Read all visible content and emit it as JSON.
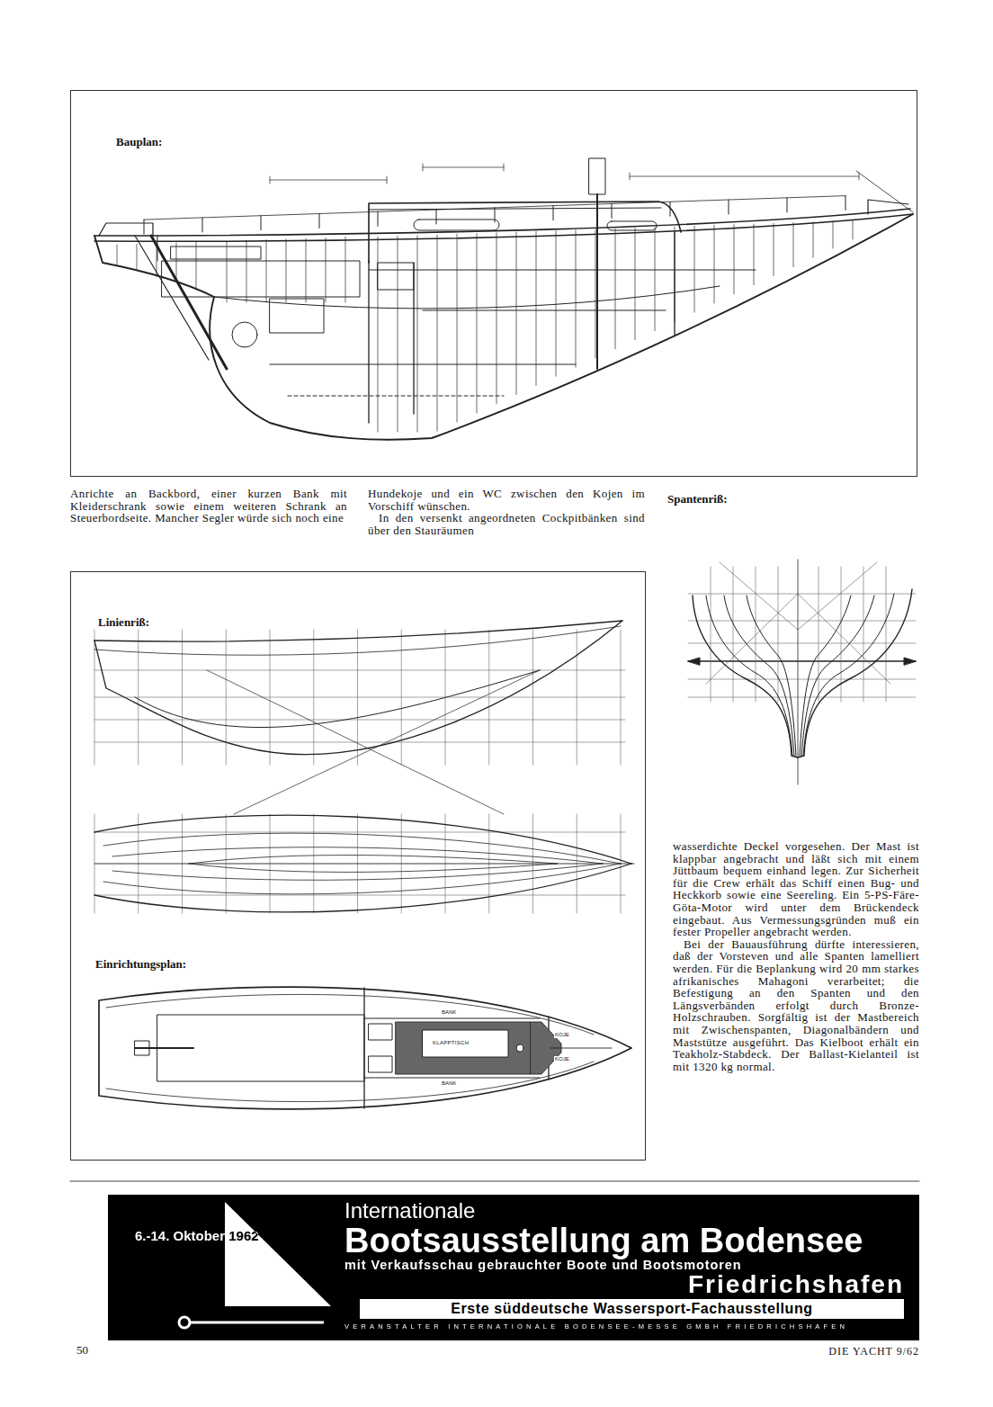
{
  "diagram": {
    "nodes": [
      {
        "text": [
          "Bauplan:"
        ]
      },
      {
        "text": [
          "Linienriß:",
          "Einrichtungsplan:"
        ]
      },
      {
        "text": [
          "6.-14. Oktober 1962",
          "Internationale",
          "Bootsausstellung am Bodensee",
          "mit Verkaufsschau gebrauchter Boote und Bootsmotoren",
          "Friedrichshafen",
          "VERANSTALTER INTERNATIONALE BODENSEE-MESSE GMBH FRIEDRICHSHAFEN"
        ]
      },
      {
        "text": [
          "Erste süddeutsche Wassersport-Fachausstellung"
        ],
        "in": 2
      }
    ],
    "labels": [
      "Anrichte an Backbord, einer kurzen Bank mit Kleiderschrank sowie einem weiteren Schrank an Steuerbordseite. Mancher Segler würde sich noch eine",
      "Hundekoje und ein WC zwischen den Kojen im Vorschiff wünschen.",
      "In den versenkt angeordneten Cockpitbänken sind über den Stauräumen",
      "Spantenriß:",
      "wasserdichte Deckel vorgesehen. Der Mast ist klappbar angebracht und läßt sich mit einem Jüttbaum bequem einhand legen. Zur Sicherheit für die Crew erhält das Schiff einen Bug- und Heckkorb sowie eine Seereling. Ein 5-PS-Färe-Göta-Motor wird unter dem Brückendeck eingebaut. Aus Vermessungsgründen muß ein fester Propeller angebracht werden.",
      "Bei der Bauausführung dürfte interessieren, daß der Vorsteven und alle Spanten lamelliert werden. Für die Beplankung wird 20 mm starkes afrikanisches Mahagoni verarbeitet; die Befestigung an den Spanten und den Längsverbänden erfolgt durch Bronze-Holzschrauben. Sorgfältig ist der Mastbereich mit Zwischenspanten, Diagonalbändern und Maststütze ausgeführt. Das Kielboot erhält ein Teakholz-Stabdeck. Der Ballast-Kielanteil ist mit 1320 kg normal.",
      "KOJE",
      "KOJE",
      "KLAPPTISCH",
      "BANK",
      "BANK",
      "50",
      "DIE YACHT 9/62"
    ]
  }
}
